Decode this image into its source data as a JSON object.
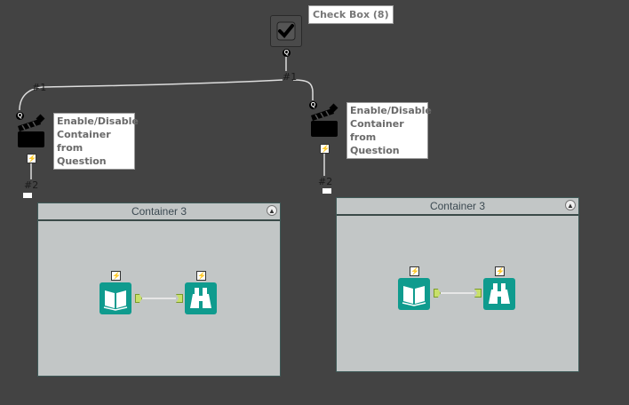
{
  "checkbox_tool": {
    "icon": "checkmark-icon",
    "annotation": "Check Box (8)",
    "anchor": "Q"
  },
  "wire_labels": {
    "branch": "#1",
    "left_in": "#1",
    "left_out": "#2",
    "right_out": "#2"
  },
  "action_tools": [
    {
      "annotation_lines": [
        "Enable/Disable",
        "Container from",
        "Question"
      ],
      "anchor_q": "Q",
      "bolt": "⚡"
    },
    {
      "annotation_lines": [
        "Enable/Disable",
        "Container from",
        "Question"
      ],
      "anchor_q": "Q",
      "bolt": "⚡"
    }
  ],
  "containers": [
    {
      "title": "Container 3",
      "collapse_icon": "▲",
      "tools": [
        {
          "type": "input-data",
          "icon": "book-icon",
          "bolt": "⚡"
        },
        {
          "type": "browse",
          "icon": "binoculars-icon",
          "bolt": "⚡"
        }
      ]
    },
    {
      "title": "Container 3",
      "collapse_icon": "▲",
      "tools": [
        {
          "type": "input-data",
          "icon": "book-icon",
          "bolt": "⚡"
        },
        {
          "type": "browse",
          "icon": "binoculars-icon",
          "bolt": "⚡"
        }
      ]
    }
  ],
  "colors": {
    "canvas": "#434343",
    "container_bg": "#c2c6c6",
    "tool_green": "#0f9b8e",
    "anchor": "#c8e06a"
  }
}
